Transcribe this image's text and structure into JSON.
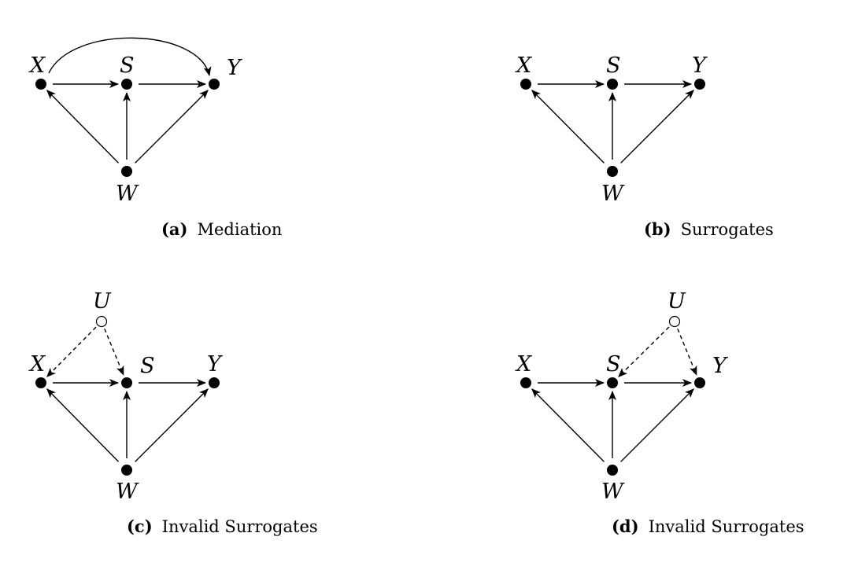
{
  "figures": [
    {
      "id": "a",
      "caption_tag": "(a)",
      "caption_text": "Mediation",
      "nodes": [
        {
          "id": "X",
          "label": "X"
        },
        {
          "id": "S",
          "label": "S"
        },
        {
          "id": "Y",
          "label": "Y"
        },
        {
          "id": "W",
          "label": "W"
        }
      ],
      "edges": [
        {
          "from": "X",
          "to": "S",
          "style": "solid"
        },
        {
          "from": "S",
          "to": "Y",
          "style": "solid"
        },
        {
          "from": "W",
          "to": "X",
          "style": "solid"
        },
        {
          "from": "W",
          "to": "S",
          "style": "solid"
        },
        {
          "from": "W",
          "to": "Y",
          "style": "solid"
        },
        {
          "from": "X",
          "to": "Y",
          "style": "solid",
          "curved": true
        }
      ]
    },
    {
      "id": "b",
      "caption_tag": "(b)",
      "caption_text": "Surrogates",
      "nodes": [
        {
          "id": "X",
          "label": "X"
        },
        {
          "id": "S",
          "label": "S"
        },
        {
          "id": "Y",
          "label": "Y"
        },
        {
          "id": "W",
          "label": "W"
        }
      ],
      "edges": [
        {
          "from": "X",
          "to": "S",
          "style": "solid"
        },
        {
          "from": "S",
          "to": "Y",
          "style": "solid"
        },
        {
          "from": "W",
          "to": "X",
          "style": "solid"
        },
        {
          "from": "W",
          "to": "S",
          "style": "solid"
        },
        {
          "from": "W",
          "to": "Y",
          "style": "solid"
        }
      ]
    },
    {
      "id": "c",
      "caption_tag": "(c)",
      "caption_text": "Invalid Surrogates",
      "nodes": [
        {
          "id": "U",
          "label": "U",
          "unobserved": true
        },
        {
          "id": "X",
          "label": "X"
        },
        {
          "id": "S",
          "label": "S"
        },
        {
          "id": "Y",
          "label": "Y"
        },
        {
          "id": "W",
          "label": "W"
        }
      ],
      "edges": [
        {
          "from": "U",
          "to": "X",
          "style": "dashed"
        },
        {
          "from": "U",
          "to": "S",
          "style": "dashed"
        },
        {
          "from": "X",
          "to": "S",
          "style": "solid"
        },
        {
          "from": "S",
          "to": "Y",
          "style": "solid"
        },
        {
          "from": "W",
          "to": "X",
          "style": "solid"
        },
        {
          "from": "W",
          "to": "S",
          "style": "solid"
        },
        {
          "from": "W",
          "to": "Y",
          "style": "solid"
        }
      ]
    },
    {
      "id": "d",
      "caption_tag": "(d)",
      "caption_text": "Invalid Surrogates",
      "nodes": [
        {
          "id": "U",
          "label": "U",
          "unobserved": true
        },
        {
          "id": "X",
          "label": "X"
        },
        {
          "id": "S",
          "label": "S"
        },
        {
          "id": "Y",
          "label": "Y"
        },
        {
          "id": "W",
          "label": "W"
        }
      ],
      "edges": [
        {
          "from": "U",
          "to": "S",
          "style": "dashed"
        },
        {
          "from": "U",
          "to": "Y",
          "style": "dashed"
        },
        {
          "from": "X",
          "to": "S",
          "style": "solid"
        },
        {
          "from": "S",
          "to": "Y",
          "style": "solid"
        },
        {
          "from": "W",
          "to": "X",
          "style": "solid"
        },
        {
          "from": "W",
          "to": "S",
          "style": "solid"
        },
        {
          "from": "W",
          "to": "Y",
          "style": "solid"
        }
      ]
    }
  ]
}
